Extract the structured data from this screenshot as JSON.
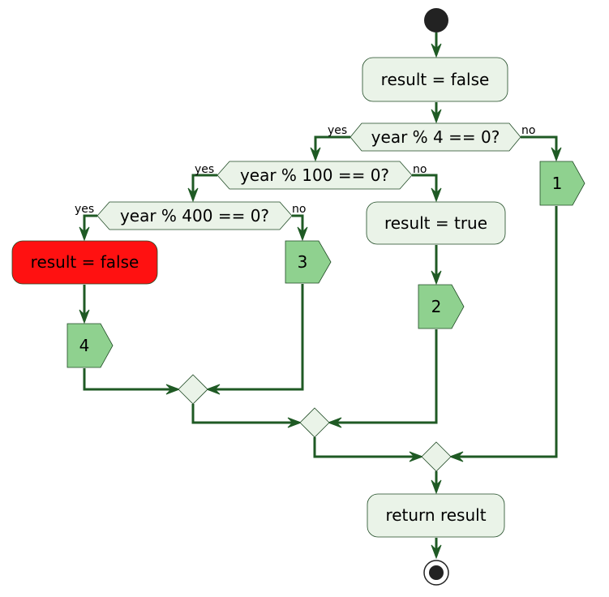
{
  "colors": {
    "edge": "#1f5a24",
    "action_fill": "#eaf3e8",
    "highlight_fill": "#ff1111",
    "connector_fill": "#8fd18f",
    "terminal": "#222222"
  },
  "actions": {
    "init": "result = false",
    "leap_true": "result = true",
    "century_false": "result = false",
    "return": "return result"
  },
  "decisions": {
    "div4": "year % 4 == 0?",
    "div100": "year % 100 == 0?",
    "div400": "year % 400 == 0?"
  },
  "branch_labels": {
    "yes": "yes",
    "no": "no"
  },
  "connectors": {
    "c1": "1",
    "c2": "2",
    "c3": "3",
    "c4": "4"
  }
}
